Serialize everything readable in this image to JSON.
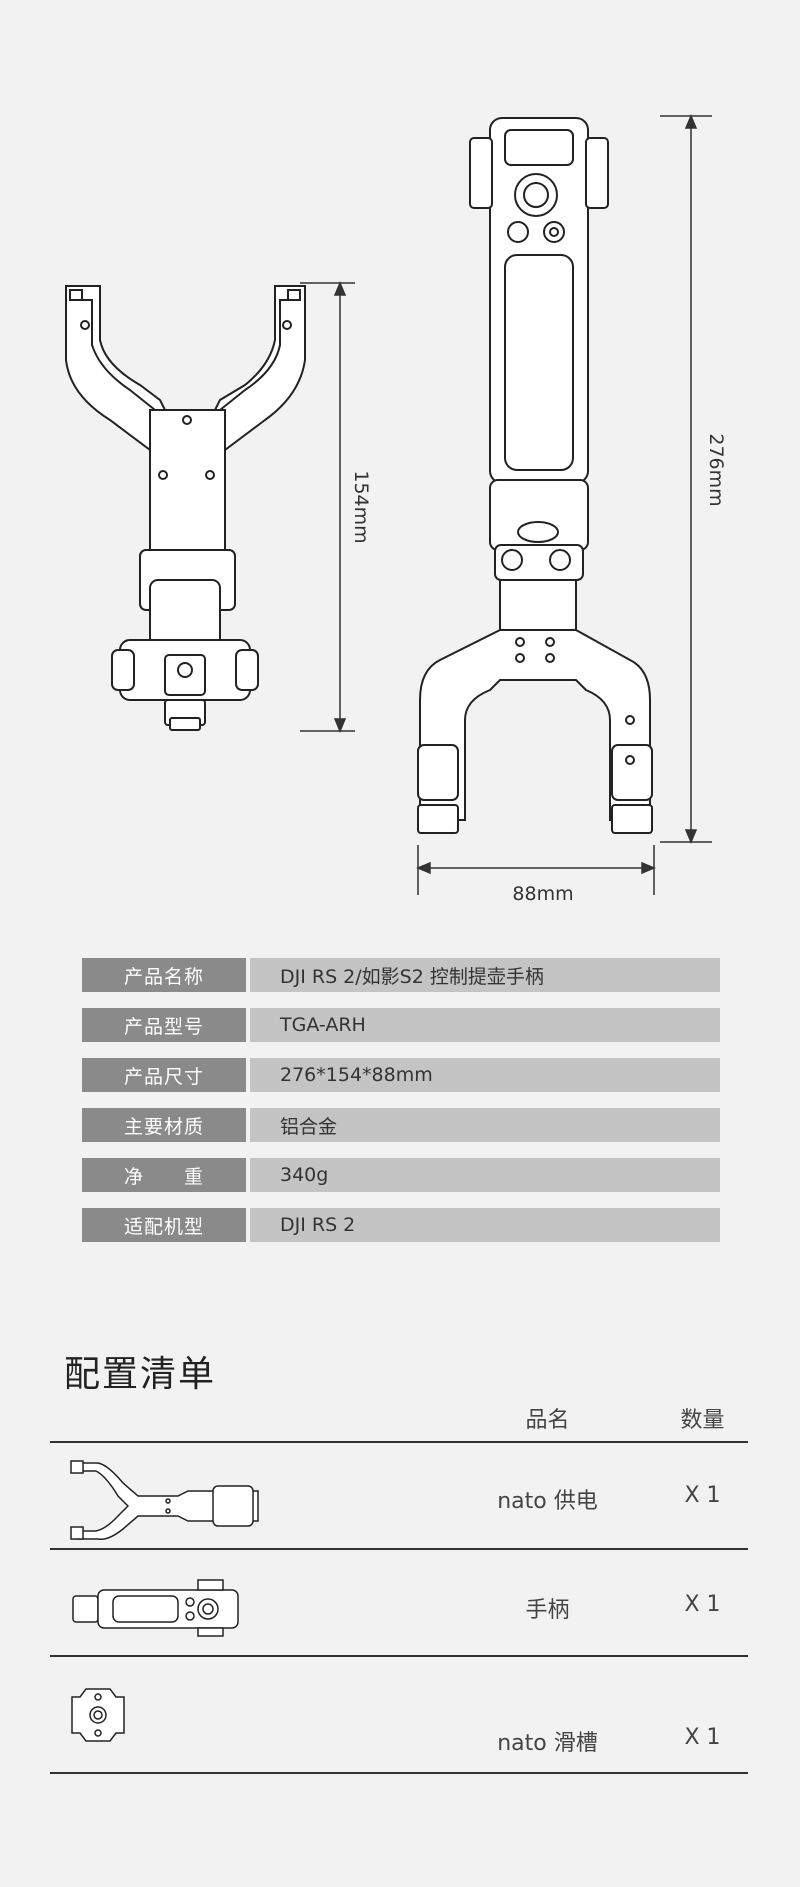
{
  "drawing": {
    "dim_154": "154mm",
    "dim_276": "276mm",
    "dim_88": "88mm"
  },
  "specs": [
    {
      "label": "产品名称",
      "value": "DJI RS 2/如影S2 控制提壶手柄"
    },
    {
      "label": "产品型号",
      "value": "TGA-ARH"
    },
    {
      "label": "产品尺寸",
      "value": "276*154*88mm"
    },
    {
      "label": "主要材质",
      "value": "铝合金"
    },
    {
      "label": "净　　重",
      "value": "340g"
    },
    {
      "label": "适配机型",
      "value": "DJI RS 2"
    }
  ],
  "packing_list": {
    "title": "配置清单",
    "col_name": "品名",
    "col_qty": "数量",
    "items": [
      {
        "name": "nato 供电",
        "qty": "X 1",
        "thumb_icon": "nato-power-clamp-icon"
      },
      {
        "name": "手柄",
        "qty": "X 1",
        "thumb_icon": "handle-icon"
      },
      {
        "name": "nato 滑槽",
        "qty": "X 1",
        "thumb_icon": "nato-rail-icon"
      }
    ]
  }
}
